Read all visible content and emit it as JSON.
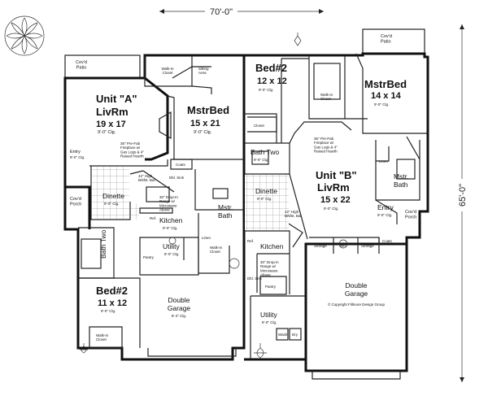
{
  "dimensions": {
    "width": "70'-0\"",
    "depth": "65'-0\""
  },
  "unit_a": {
    "patio": "Cov'd\nPatio",
    "walk_in_closet": "Walk-In\nCloset",
    "sitting_area": "Sitting\nArea",
    "livrm_name": "Unit \"A\"",
    "livrm_label": "LivRm",
    "livrm_size": "19 x 17",
    "livrm_ceiling": "9'-0\" Clg.",
    "fireplace": "36\" Pre-Fab\nFireplace w/\nGas Logs & 4\"\nRaised Hearth",
    "mstrbed_label": "MstrBed",
    "mstrbed_size": "15 x 21",
    "mstrbed_ceiling": "9'-0\" Clg.",
    "entry": "Entry",
    "entry_ceiling": "9'-0\" Clg.",
    "porch": "Cov'd\nPorch",
    "bar": "42\" High\nBrkfst. Bar",
    "coats": "Coats",
    "dinette": "Dinette",
    "dinette_ceiling": "9'-0\" Clg.",
    "dbl_sink": "Dbl. Sink",
    "range": "30\" Drop-In\nRange w/\nMicrowave\nAbove",
    "kitchen": "Kitchen",
    "kitchen_ceiling": "9'-0\" Clg.",
    "mstr_bath": "Mstr.\nBath",
    "utility": "Utility",
    "utility_ceiling": "8'-0\" Clg.",
    "pantry": "Pantry",
    "linen": "Linen",
    "walk_in_closet_2": "Walk-In\nCloset",
    "bath_two": "Bath Two",
    "bed2_label": "Bed#2",
    "bed2_size": "11 x 12",
    "bed2_ceiling": "9'-0\" Clg.",
    "walk_in_closet_3": "Walk-In\nCloset",
    "garage": "Double\nGarage",
    "garage_ceiling": "8'-4\" Clg.",
    "ref": "Ref."
  },
  "unit_b": {
    "bed2_label": "Bed#2",
    "bed2_size": "12 x 12",
    "bed2_ceiling": "9'-0\" Clg.",
    "patio": "Cov'd\nPatio",
    "walk_in_closet": "Walk-In\nCloset",
    "mstrbed_label": "MstrBed",
    "mstrbed_size": "14 x 14",
    "mstrbed_ceiling": "9'-0\" Clg.",
    "closet": "Closet",
    "bath_two": "Bath Two",
    "bath_two_ceiling": "9'-0\" Clg.",
    "fireplace": "36\" Pre-Fab\nFireplace w/\nGas Logs & 4\"\nRaised Hearth",
    "livrm_name": "Unit \"B\"",
    "livrm_label": "LivRm",
    "livrm_size": "15 x 22",
    "livrm_ceiling": "9'-0\" Clg.",
    "mstr_bath": "Mstr.\nBath",
    "dinette": "Dinette",
    "dinette_ceiling": "9'-0\" Clg.",
    "bar": "42\" High\nBrkfst. Bar",
    "entry": "Entry",
    "entry_ceiling": "9'-0\" Clg.",
    "porch": "Cov'd\nPorch",
    "kitchen": "Kitchen",
    "storage_1": "Storage",
    "storage_2": "Storage",
    "coats": "Coats",
    "range": "30\" Drop-in\nRange w/\nMicrowave\nAbove",
    "dbl_sink": "Dbl. Sink",
    "pantry": "Pantry",
    "utility": "Utility",
    "utility_ceiling": "8'-0\" Clg.",
    "washer": "Wash",
    "dryer": "Dry",
    "garage": "Double\nGarage",
    "copyright": "© Copyright Fillmore Design Group",
    "ref": "Ref.",
    "wh": "WH",
    "linen": "Linen"
  }
}
